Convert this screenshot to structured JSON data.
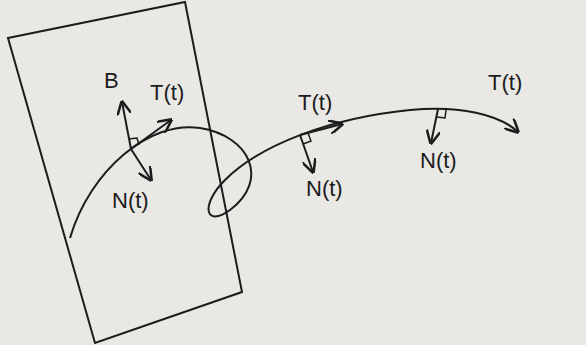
{
  "diagram": {
    "nodes": [
      {
        "text": [
          "B",
          "T(t)",
          "N(t)"
        ]
      }
    ],
    "labels": [
      "T(t)",
      "N(t)",
      "T(t)",
      "N(t)"
    ]
  }
}
